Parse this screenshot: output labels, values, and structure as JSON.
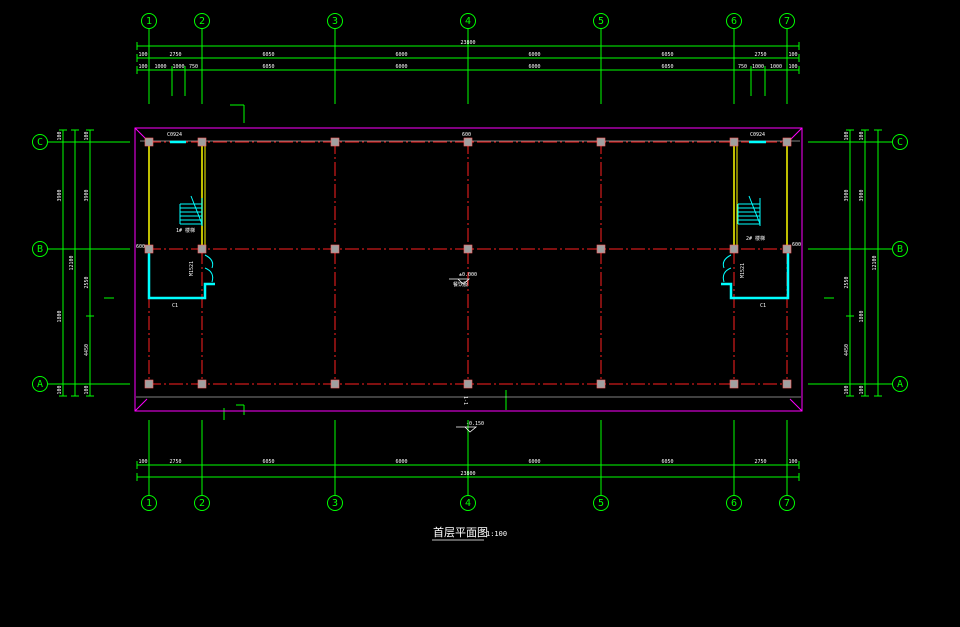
{
  "drawing": {
    "title": "首层平面图",
    "scale": "1:100",
    "colors": {
      "background": "#000000",
      "grid_line": "#00ff00",
      "axis_center_line": "#ff2020",
      "outline": "#ff00ff",
      "wall": "#00ffff",
      "column": "#a0a0a0",
      "text": "#ffffff",
      "door_frame": "#ffff00"
    }
  },
  "axes": {
    "vertical": [
      "1",
      "2",
      "3",
      "4",
      "5",
      "6",
      "7"
    ],
    "horizontal": [
      "A",
      "B",
      "C"
    ]
  },
  "dimensions": {
    "top_total": "23800",
    "top_row1": [
      "100",
      "2750",
      "6050",
      "6000",
      "6000",
      "6050",
      "2750",
      "100"
    ],
    "top_row2": [
      "100",
      "1000",
      "1000",
      "750",
      "6050",
      "6000",
      "6000",
      "6050",
      "750",
      "1000",
      "1000",
      "100"
    ],
    "bottom_total": "23800",
    "bottom_row": [
      "100",
      "2750",
      "6050",
      "6000",
      "6000",
      "6050",
      "2750",
      "100"
    ],
    "left_total": "12100",
    "left_row1": [
      "100",
      "3900",
      "1800",
      "100"
    ],
    "left_row2": [
      "100",
      "3900",
      "2550",
      "4450",
      "100"
    ],
    "right_total": "12100",
    "right_row1": [
      "100",
      "3900",
      "1800",
      "100"
    ],
    "right_row2": [
      "100",
      "3900",
      "2550",
      "4450",
      "100"
    ]
  },
  "labels": {
    "window_top_left": "C0924",
    "window_top_right": "C0924",
    "window_top_mid": "600",
    "left_600": "600",
    "right_600": "600",
    "stair_left": "1# 楼梯",
    "stair_right": "2# 楼梯",
    "door_left": "M1521",
    "door_right": "M1521",
    "cabinet_left": "C1",
    "cabinet_right": "C1",
    "center_elev": "±0.000",
    "center_room": "餐饮服",
    "bottom_mark": "1-1",
    "bottom_elev": "-0.150"
  }
}
